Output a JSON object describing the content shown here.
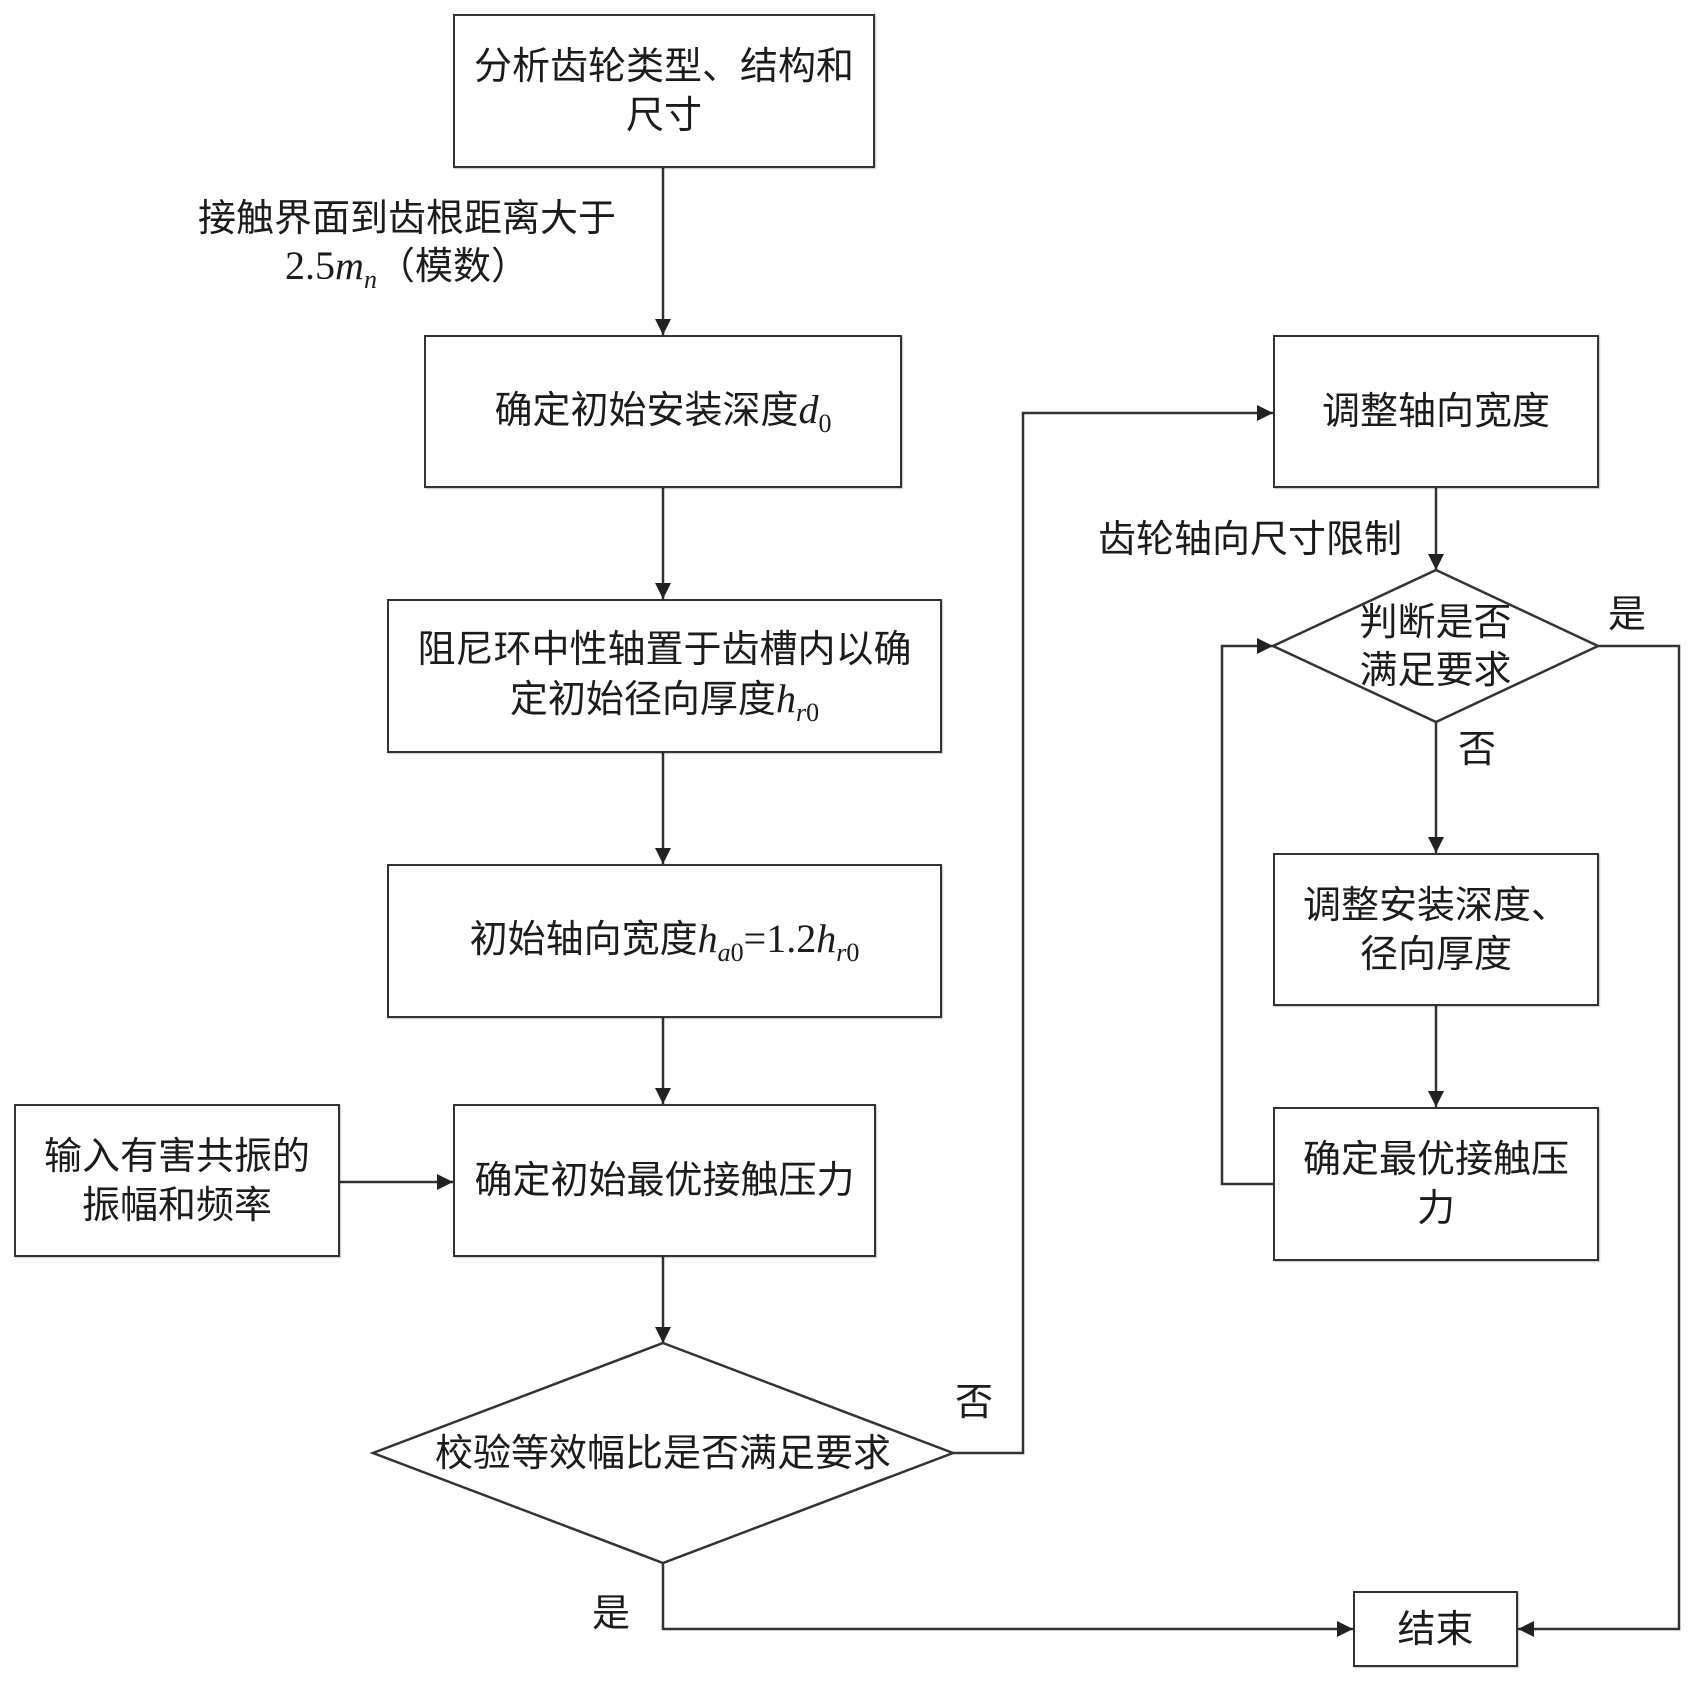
{
  "nodes": {
    "analyze_gear": {
      "lines": [
        "分析齿轮类型、结构和",
        "尺寸"
      ]
    },
    "install_depth": {
      "text": "确定初始安装深度",
      "var": "d",
      "sub": "0"
    },
    "radial_thickness": {
      "lines": [
        "阻尼环中性轴置于齿槽内以确",
        "定初始径向厚度"
      ],
      "var": "h",
      "sub_var": "r",
      "sub": "0"
    },
    "axial_width": {
      "text": "初始轴向宽度",
      "lhs_var": "h",
      "lhs_sub_var": "a",
      "lhs_sub": "0",
      "relation": "=1.2",
      "rhs_var": "h",
      "rhs_sub_var": "r",
      "rhs_sub": "0"
    },
    "input_resonance": {
      "lines": [
        "输入有害共振的",
        "振幅和频率"
      ]
    },
    "initial_contact_pressure": {
      "text": "确定初始最优接触压力"
    },
    "check_amplitude_ratio": {
      "text": "校验等效幅比是否满足要求"
    },
    "adjust_axial_width": {
      "text": "调整轴向宽度"
    },
    "judge_requirement": {
      "lines": [
        "判断是否",
        "满足要求"
      ]
    },
    "adjust_depth_thickness": {
      "lines": [
        "调整安装深度、",
        "径向厚度"
      ]
    },
    "optimal_contact_pressure": {
      "lines": [
        "确定最优接触压",
        "力"
      ]
    },
    "end": {
      "text": "结束"
    }
  },
  "labels": {
    "distance_condition": {
      "line1": "接触界面到齿根距离大于",
      "coef": "2.5",
      "var": "m",
      "sub": "n",
      "suffix": "（模数）"
    },
    "axial_size_limit": "齿轮轴向尺寸限制",
    "check_no": "否",
    "check_yes": "是",
    "judge_yes": "是",
    "judge_no": "否"
  },
  "edges": [
    {
      "from": "analyze_gear",
      "to": "install_depth",
      "label": "distance_condition"
    },
    {
      "from": "install_depth",
      "to": "radial_thickness"
    },
    {
      "from": "radial_thickness",
      "to": "axial_width"
    },
    {
      "from": "axial_width",
      "to": "initial_contact_pressure"
    },
    {
      "from": "input_resonance",
      "to": "initial_contact_pressure"
    },
    {
      "from": "initial_contact_pressure",
      "to": "check_amplitude_ratio"
    },
    {
      "from": "check_amplitude_ratio",
      "to": "adjust_axial_width",
      "label": "check_no"
    },
    {
      "from": "check_amplitude_ratio",
      "to": "end",
      "label": "check_yes"
    },
    {
      "from": "adjust_axial_width",
      "to": "judge_requirement",
      "label": "axial_size_limit"
    },
    {
      "from": "judge_requirement",
      "to": "adjust_depth_thickness",
      "label": "judge_no"
    },
    {
      "from": "judge_requirement",
      "to": "end",
      "label": "judge_yes"
    },
    {
      "from": "adjust_depth_thickness",
      "to": "optimal_contact_pressure"
    },
    {
      "from": "optimal_contact_pressure",
      "to": "judge_requirement"
    }
  ],
  "colors": {
    "background": "#ffffff",
    "stroke": "#333333",
    "text": "#1c1c1c"
  }
}
